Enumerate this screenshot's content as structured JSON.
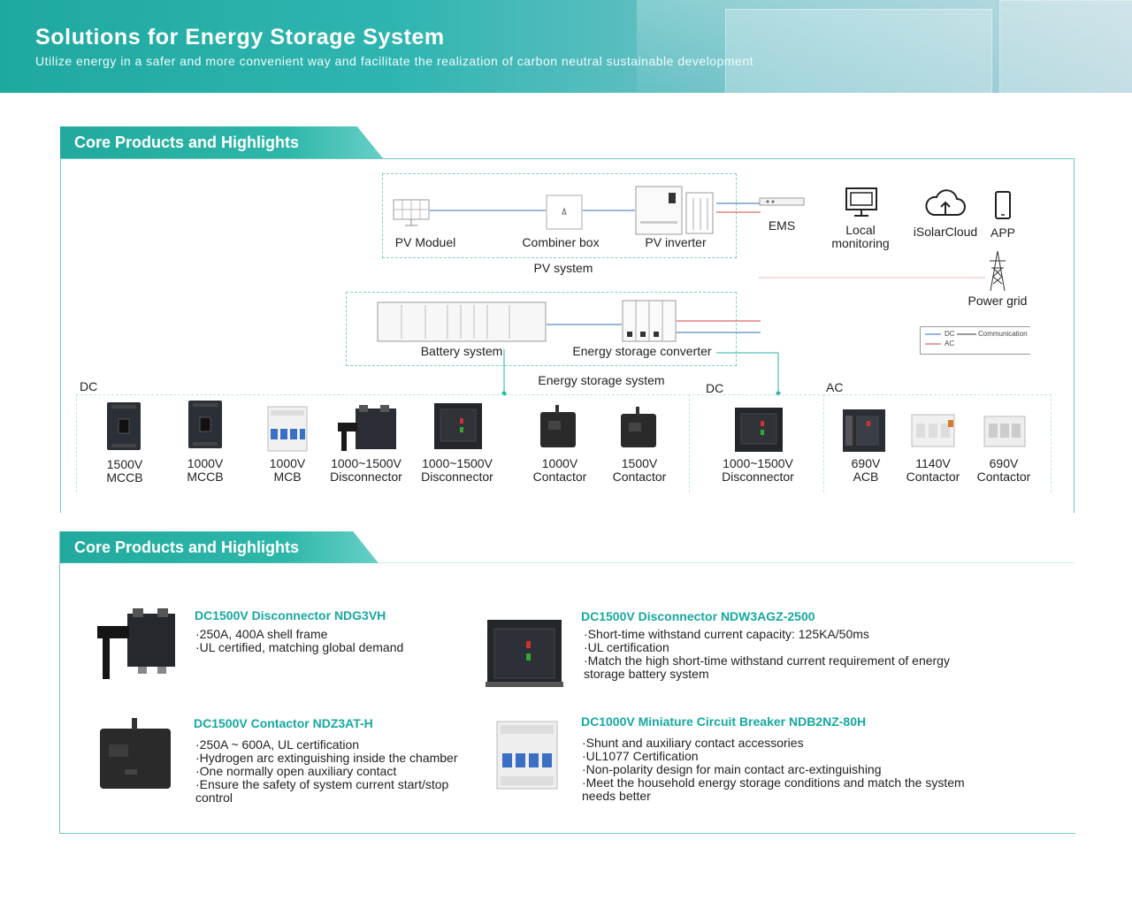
{
  "banner": {
    "title": "Solutions for Energy Storage System",
    "subtitle": "Utilize energy in a safer and more convenient way and facilitate the realization of carbon neutral sustainable development"
  },
  "sections": {
    "first_title": "Core Products and Highlights",
    "second_title": "Core Products and Highlights"
  },
  "diagram": {
    "pv_module": "PV  Moduel",
    "combiner_box": "Combiner box",
    "pv_inverter": "PV inverter",
    "pv_system": "PV system",
    "ems": "EMS",
    "local_monitoring_1": "Local",
    "local_monitoring_2": "monitoring",
    "isolarcloud": "iSolarCloud",
    "app": "APP",
    "power_grid": "Power grid",
    "battery_system": "Battery system",
    "energy_storage_converter": "Energy storage converter",
    "energy_storage_system": "Energy storage system",
    "legend": {
      "dc": "DC",
      "ac": "AC",
      "communication": "Communication"
    },
    "dc_label_left": "DC",
    "dc_label_mid": "DC",
    "ac_label": "AC",
    "colors": {
      "dc_line": "#2f6fb5",
      "ac_line": "#d04040",
      "frame": "#6fcac3"
    }
  },
  "products": [
    {
      "line1": "1500V",
      "line2": "MCCB",
      "icon": "mccb-icon"
    },
    {
      "line1": "1000V",
      "line2": "MCCB",
      "icon": "mccb-icon"
    },
    {
      "line1": "1000V",
      "line2": "MCB",
      "icon": "mcb-icon"
    },
    {
      "line1": "1000~1500V",
      "line2": "Disconnector",
      "icon": "disconnector-icon"
    },
    {
      "line1": "1000~1500V",
      "line2": "Disconnector",
      "icon": "acb-disconnector-icon"
    },
    {
      "line1": "1000V",
      "line2": "Contactor",
      "icon": "contactor-icon"
    },
    {
      "line1": "1500V",
      "line2": "Contactor",
      "icon": "contactor-icon"
    },
    {
      "line1": "1000~1500V",
      "line2": "Disconnector",
      "icon": "acb-disconnector-icon"
    },
    {
      "line1": "690V",
      "line2": "ACB",
      "icon": "acb-icon"
    },
    {
      "line1": "1140V",
      "line2": "Contactor",
      "icon": "ac-contactor-icon"
    },
    {
      "line1": "690V",
      "line2": "Contactor",
      "icon": "ac-contactor-icon"
    }
  ],
  "highlights": [
    {
      "title": "DC1500V Disconnector NDG3VH",
      "lines": [
        "·250A, 400A shell frame",
        "·UL certified, matching global demand"
      ]
    },
    {
      "title": "DC1500V Disconnector NDW3AGZ-2500",
      "lines": [
        "·Short-time withstand current capacity: 125KA/50ms",
        "·UL certification",
        "·Match the high short-time withstand current requirement of energy",
        " storage battery system"
      ]
    },
    {
      "title": "DC1500V Contactor NDZ3AT-H",
      "lines": [
        "·250A ~ 600A, UL certification",
        "·Hydrogen arc extinguishing inside the chamber",
        "·One normally open auxiliary contact",
        "·Ensure the safety of system current start/stop",
        " control"
      ]
    },
    {
      "title": "DC1000V Miniature Circuit Breaker NDB2NZ-80H",
      "lines": [
        "·Shunt and auxiliary contact accessories",
        "·UL1077 Certification",
        "·Non-polarity design for main contact arc-extinguishing",
        "·Meet the household energy storage conditions and match the system",
        " needs better"
      ]
    }
  ]
}
